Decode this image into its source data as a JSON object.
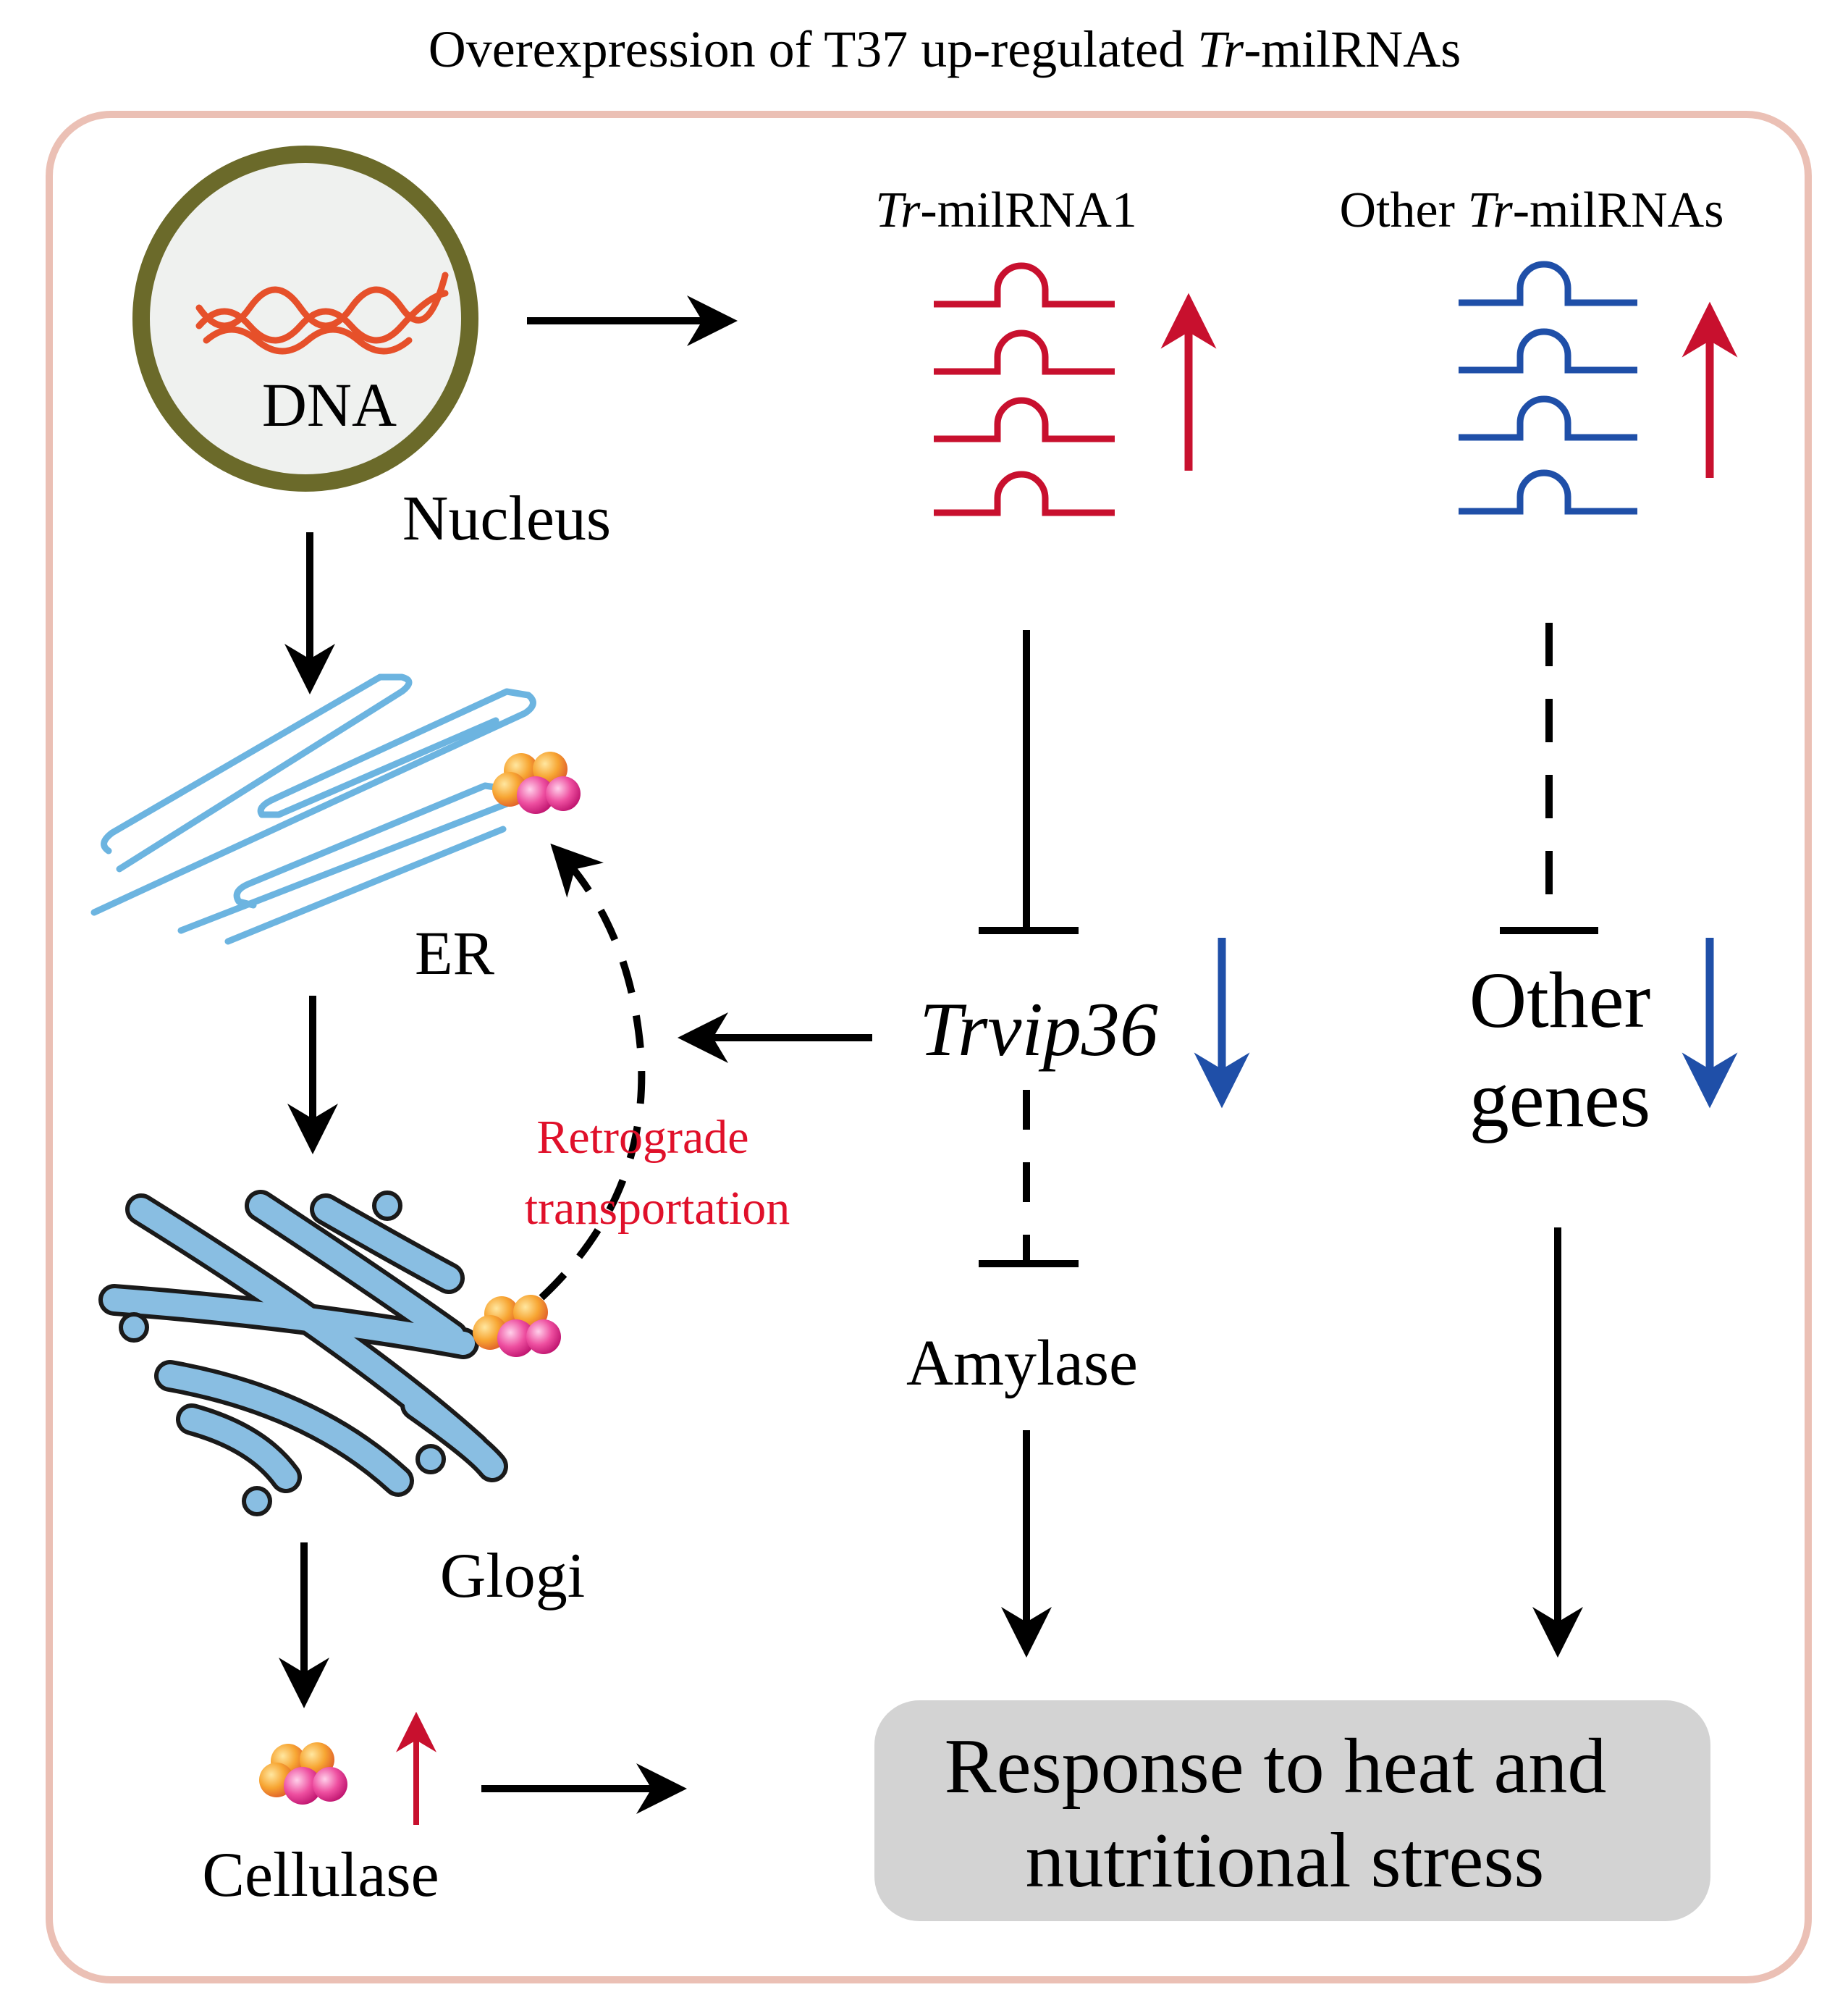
{
  "title": {
    "prefix": "Overexpression of T37 up-regulated ",
    "italic": "Tr",
    "suffix": "-milRNAs"
  },
  "labels": {
    "dna": "DNA",
    "nucleus": "Nucleus",
    "er": "ER",
    "golgi": "Glogi",
    "cellulase": "Cellulase",
    "retro_line1": "Retrograde",
    "retro_line2": "transportation",
    "amylase": "Amylase",
    "trvip36": "Trvip36",
    "other_genes_line1": "Other",
    "other_genes_line2": "genes",
    "response_line1": "Response to heat and",
    "response_line2": "nutritional stress"
  },
  "milrna1_label": {
    "italic": "Tr",
    "suffix": "-milRNA1"
  },
  "other_milrna_label": {
    "prefix": "Other ",
    "italic": "Tr",
    "suffix": "-milRNAs"
  },
  "colors": {
    "frame": "#EBC0B5",
    "nucleus_ring": "#6B6A2A",
    "nucleus_fill": "#EFF1EF",
    "dna": "#E6502A",
    "er": "#6CB4E0",
    "golgi_fill": "#89BEE2",
    "golgi_stroke": "#1A1A1A",
    "milrna1": "#C8102E",
    "other_milrna": "#1F4FA8",
    "up_arrow": "#C8102E",
    "down_arrow": "#1F4FA8",
    "retro_text": "#E0102A",
    "response_box": "#D3D3D3",
    "line": "#000000"
  }
}
